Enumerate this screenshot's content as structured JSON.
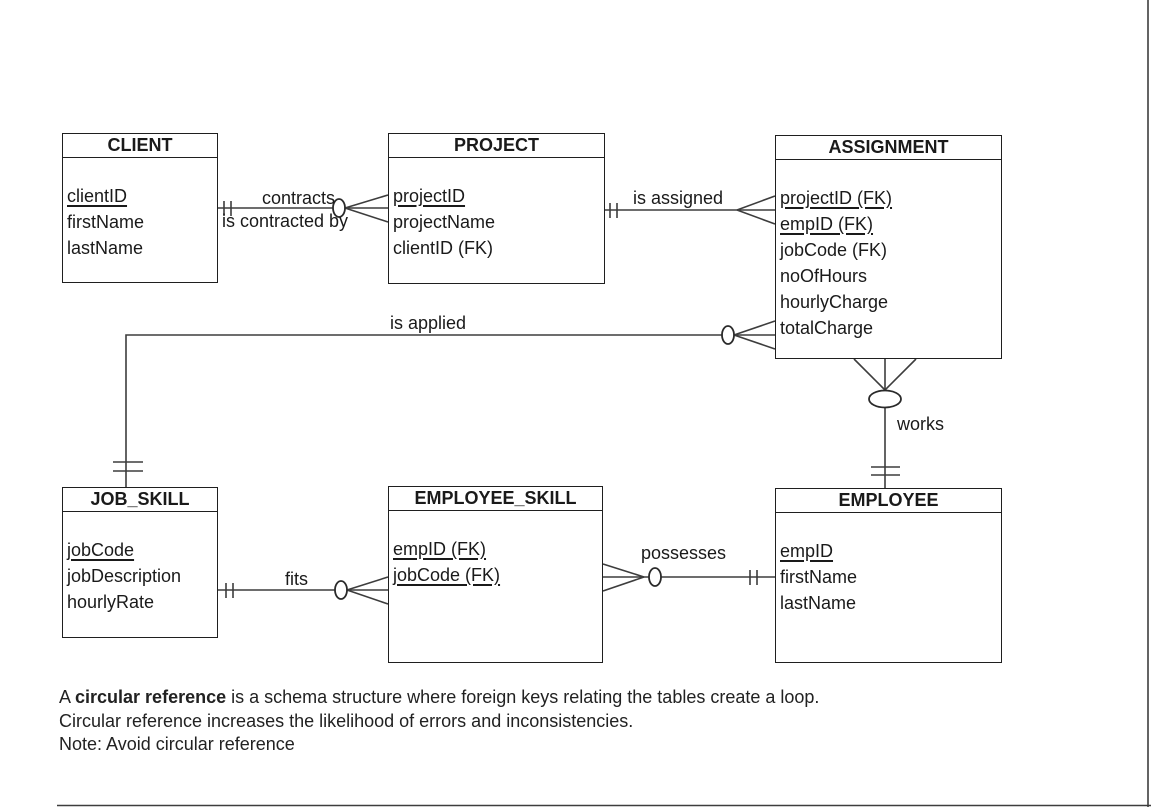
{
  "diagram": {
    "entities": [
      {
        "name": "CLIENT",
        "attributes": [
          {
            "text": "clientID",
            "pk": true
          },
          {
            "text": "firstName",
            "pk": false
          },
          {
            "text": "lastName",
            "pk": false
          }
        ]
      },
      {
        "name": "PROJECT",
        "attributes": [
          {
            "text": "projectID",
            "pk": true
          },
          {
            "text": "projectName",
            "pk": false
          },
          {
            "text": "clientID (FK)",
            "pk": false
          }
        ]
      },
      {
        "name": "ASSIGNMENT",
        "attributes": [
          {
            "text": "projectID (FK)",
            "pk": true
          },
          {
            "text": "empID (FK)",
            "pk": true
          },
          {
            "text": "jobCode (FK)",
            "pk": false
          },
          {
            "text": "noOfHours",
            "pk": false
          },
          {
            "text": "hourlyCharge",
            "pk": false
          },
          {
            "text": "totalCharge",
            "pk": false
          }
        ]
      },
      {
        "name": "JOB_SKILL",
        "attributes": [
          {
            "text": "jobCode",
            "pk": true
          },
          {
            "text": "jobDescription",
            "pk": false
          },
          {
            "text": "hourlyRate",
            "pk": false
          }
        ]
      },
      {
        "name": "EMPLOYEE_SKILL",
        "attributes": [
          {
            "text": "empID (FK)",
            "pk": true
          },
          {
            "text": "jobCode (FK)",
            "pk": true
          }
        ]
      },
      {
        "name": "EMPLOYEE",
        "attributes": [
          {
            "text": "empID",
            "pk": true
          },
          {
            "text": "firstName",
            "pk": false
          },
          {
            "text": "lastName",
            "pk": false
          }
        ]
      }
    ],
    "relationship_labels": {
      "contracts": "contracts",
      "is_contracted_by": "is contracted by",
      "is_assigned": "is assigned",
      "is_applied": "is applied",
      "works": "works",
      "fits": "fits",
      "possesses": "possesses"
    }
  },
  "note": {
    "line1_prefix": "A ",
    "line1_bold": "circular reference",
    "line1_suffix": " is a schema structure where foreign keys relating the tables create a loop.",
    "line2": "Circular reference increases the likelihood of errors and inconsistencies.",
    "line3": "Note: Avoid circular reference"
  },
  "colors": {
    "connector_line": "#3d3d3d",
    "box_border": "#1f1f1f",
    "right_page_edge": "#c6c6c6",
    "bottom_page_edge": "#8c8c8c",
    "text": "#1a1a1a",
    "background": "#ffffff"
  }
}
